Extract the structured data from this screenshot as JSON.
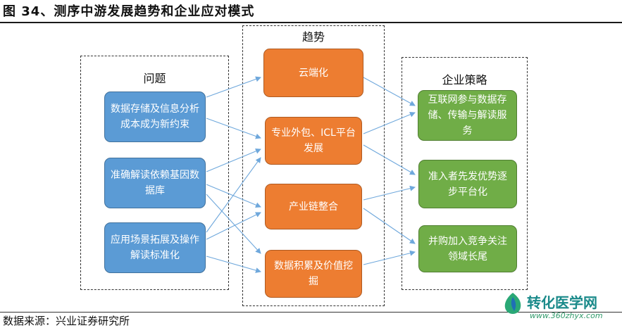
{
  "figure": {
    "title": "图 34、测序中游发展趋势和企业应对模式",
    "source": "数据来源：兴业证券研究所"
  },
  "columns": {
    "problems": {
      "label": "问题"
    },
    "trends": {
      "label": "趋势"
    },
    "strategies": {
      "label": "企业策略"
    }
  },
  "problems": [
    "数据存储及信息分析成本成为新约束",
    "准确解读依赖基因数据库",
    "应用场景拓展及操作解读标准化"
  ],
  "trends": [
    "云端化",
    "专业外包、ICL平台发展",
    "产业链整合",
    "数据积累及价值挖掘"
  ],
  "strategies": [
    "互联网参与数据存储、传输与解读服务",
    "准入者先发优势逐步平台化",
    "并购加入竞争关注领域长尾"
  ],
  "watermark": {
    "name": "转化医学网",
    "url": "www.360zhyx.com"
  },
  "colors": {
    "problem_fill": "#5b9bd5",
    "trend_fill": "#ed7d31",
    "strategy_fill": "#70ad47",
    "arrow": "#6fa8dc"
  }
}
